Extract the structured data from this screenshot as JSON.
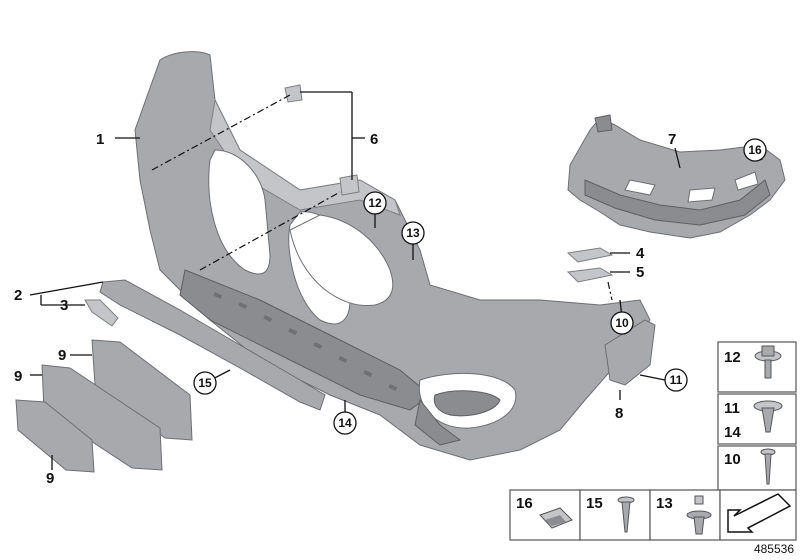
{
  "diagram": {
    "reference_number": "485536",
    "callouts": {
      "c1": "1",
      "c2": "2",
      "c3": "3",
      "c4": "4",
      "c5": "5",
      "c6": "6",
      "c7": "7",
      "c8": "8",
      "c9a": "9",
      "c9b": "9",
      "c9c": "9",
      "c10": "10",
      "c11": "11",
      "c12": "12",
      "c13": "13",
      "c14": "14",
      "c15": "15",
      "c16": "16"
    },
    "legend_boxes": {
      "b12": "12",
      "b11": "11",
      "b14": "14",
      "b10": "10",
      "b16": "16",
      "b15": "15",
      "b13": "13"
    },
    "colors": {
      "part": "#a7a9ac",
      "outline": "#6d6f72",
      "text": "#111111"
    }
  }
}
